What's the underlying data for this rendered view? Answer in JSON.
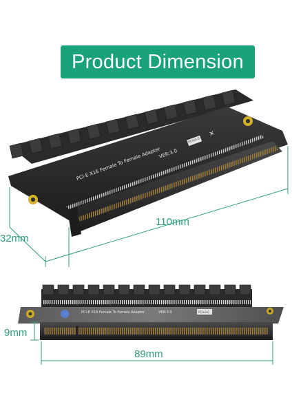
{
  "title": "Product Dimension",
  "product": {
    "board_text": "PCI-E X16 Female To Female Adapter",
    "version": "VER:3.0",
    "badge": "PCIe3.0"
  },
  "dimensions": {
    "length_top": "110mm",
    "width_top": "32mm",
    "height_bottom": "9mm",
    "length_bottom": "89mm"
  },
  "colors": {
    "title_bg": "#1aa37a",
    "dimension_text": "#2e9e77",
    "pcb": "#2b2b2b",
    "slot": "#3a3a3a",
    "pins": "#8a6a2a"
  }
}
